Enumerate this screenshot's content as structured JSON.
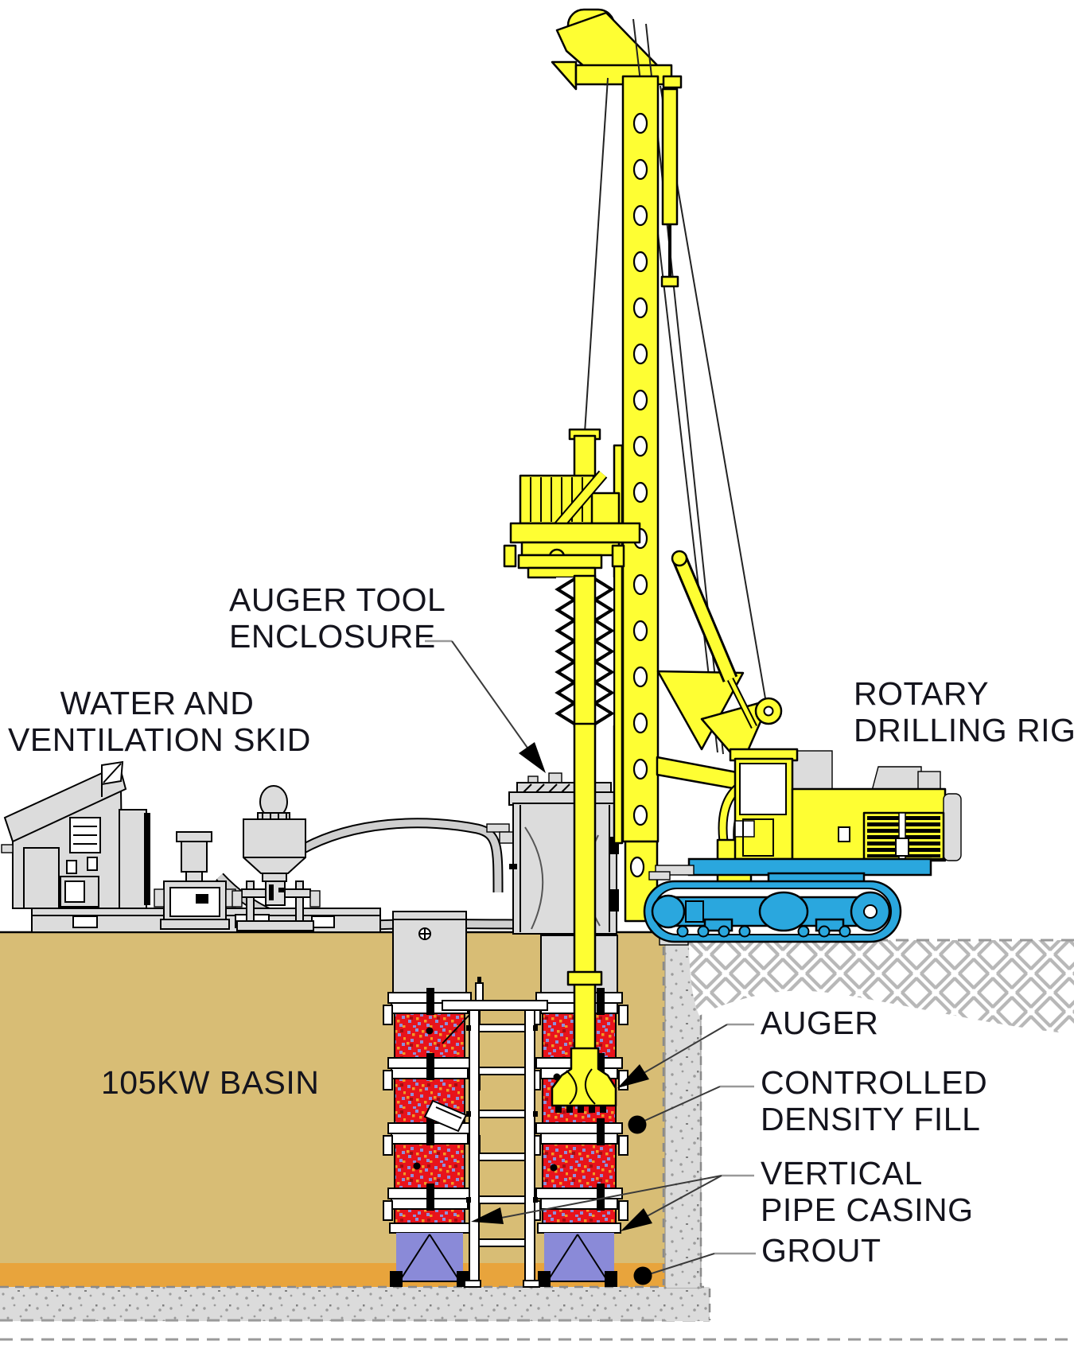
{
  "labels": {
    "water_ventilation_skid": [
      "WATER AND",
      "VENTILATION SKID"
    ],
    "auger_tool_enclosure": [
      "AUGER TOOL",
      "ENCLOSURE"
    ],
    "rotary_drilling_rig": [
      "ROTARY",
      "DRILLING RIG"
    ],
    "basin": [
      "105KW BASIN"
    ],
    "auger": [
      "AUGER"
    ],
    "controlled_density_fill": [
      "CONTROLLED",
      "DENSITY FILL"
    ],
    "vertical_pipe_casing": [
      "VERTICAL",
      "PIPE CASING"
    ],
    "grout": [
      "GROUT"
    ]
  },
  "colors": {
    "rig_yellow": "#FEFE33",
    "track_blue": "#2AA7DE",
    "basin_tan": "#D8BD75",
    "floor_orange": "#E8A43C",
    "cdf_red": "#E8131B",
    "speckle_purple": "#8F8FD9",
    "speckle_orange": "#F09A28",
    "grout_blue": "#8A8AD8",
    "equipment_gray": "#DCDCDC",
    "concrete_gray": "#DBDBDB",
    "hatch_gray": "#B8B8B8",
    "label_ink": "#14141D",
    "leader_gray": "#999999"
  }
}
